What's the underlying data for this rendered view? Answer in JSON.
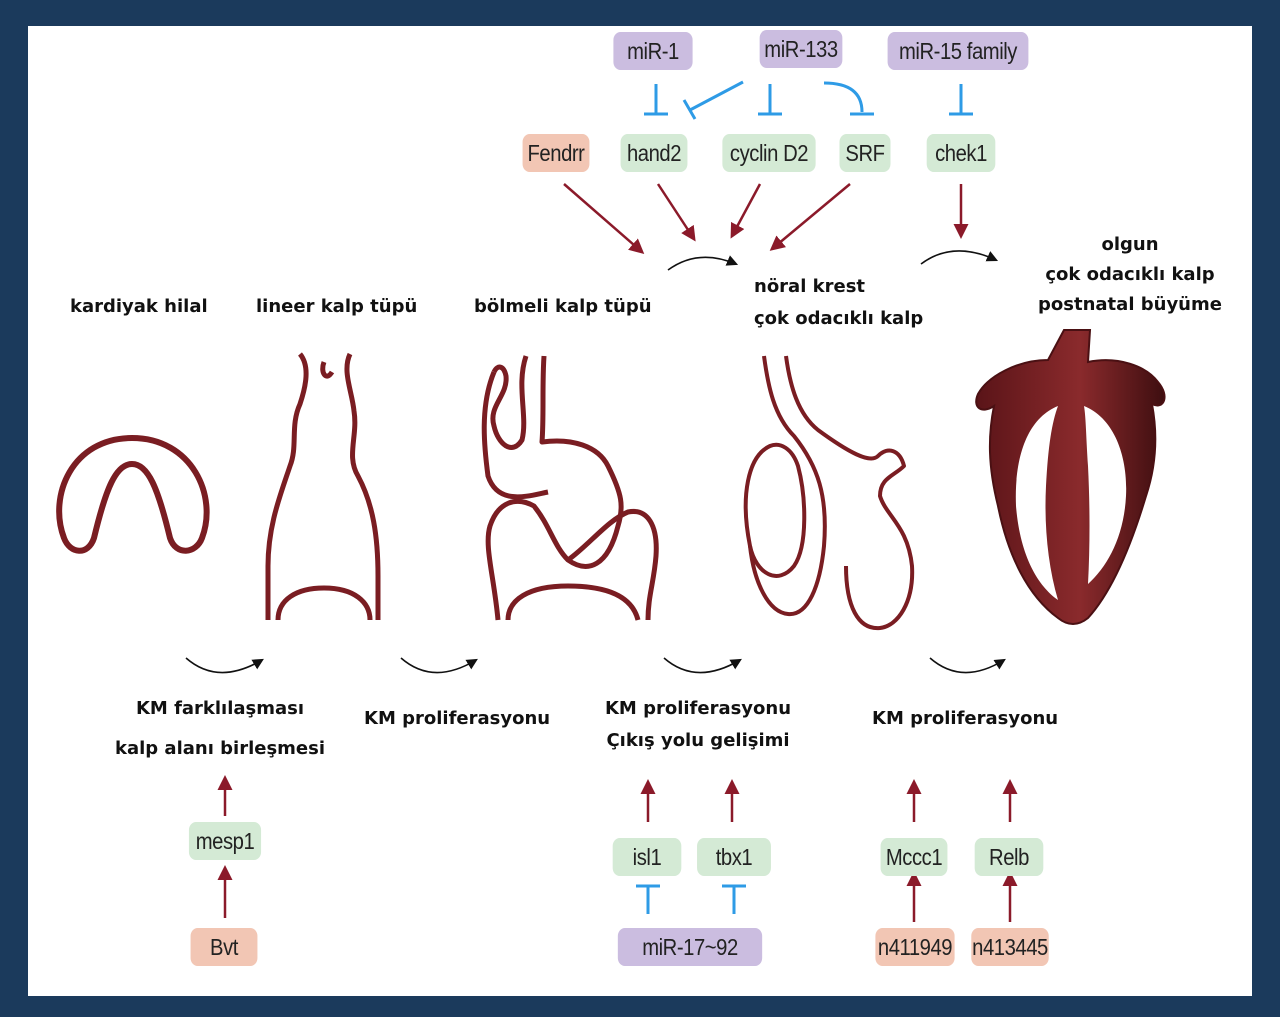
{
  "stages": {
    "s1": "kardiyak hilal",
    "s2": "lineer kalp tüpü",
    "s3": "bölmeli kalp tüpü",
    "s4_line1": "nöral krest",
    "s4_line2": "çok odacıklı kalp",
    "s5_line1": "olgun",
    "s5_line2": "çok odacıklı kalp",
    "s5_line3": "postnatal büyüme"
  },
  "processes": {
    "p1_line1": "KM farklılaşması",
    "p1_line2": "kalp alanı birleşmesi",
    "p2": "KM proliferasyonu",
    "p3_line1": "KM proliferasyonu",
    "p3_line2": "Çıkış yolu gelişimi",
    "p4": "KM proliferasyonu"
  },
  "top_nodes": {
    "mir1": "miR-1",
    "mir133": "miR-133",
    "mir15": "miR-15 family",
    "fendrr": "Fendrr",
    "hand2": "hand2",
    "cyclind2": "cyclin D2",
    "srf": "SRF",
    "chek1": "chek1"
  },
  "bottom_nodes": {
    "mesp1": "mesp1",
    "bvt": "Bvt",
    "isl1": "isl1",
    "tbx1": "tbx1",
    "mir17": "miR-17~92",
    "mccc1": "Mccc1",
    "relb": "Relb",
    "n411949": "n411949",
    "n413445": "n413445"
  },
  "colors": {
    "frame": "#1b3a5c",
    "mirna": "#cbbde0",
    "gene": "#d4ead5",
    "lncrna": "#f2c6b4",
    "activation_arrow": "#8b1a2a",
    "inhibition": "#2e9be6",
    "heart_tissue": "#7a1d22"
  }
}
